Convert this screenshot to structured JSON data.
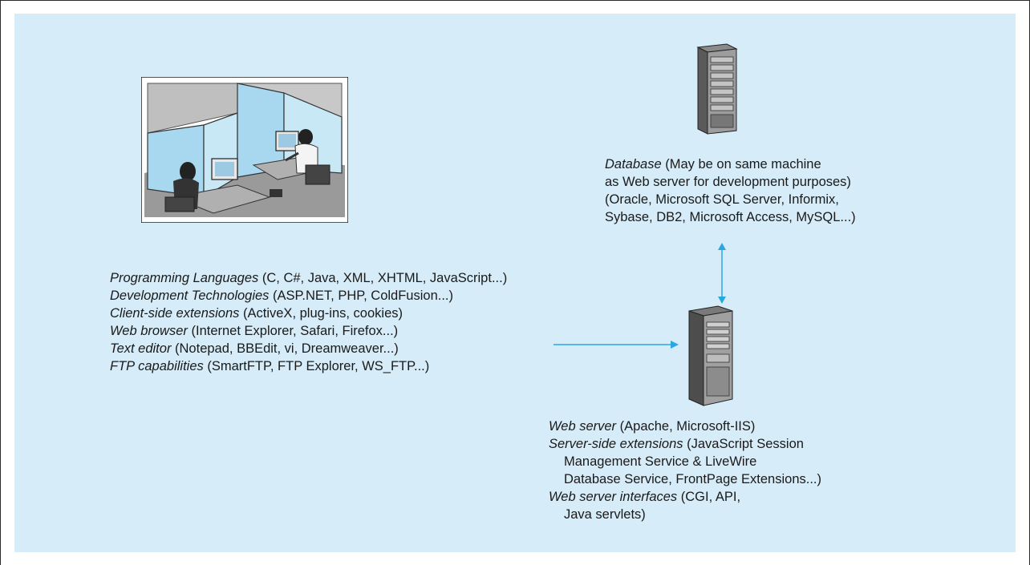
{
  "client": {
    "lines": [
      {
        "term": "Programming Languages",
        "detail": " (C, C#, Java, XML, XHTML, JavaScript...)"
      },
      {
        "term": "Development Technologies",
        "detail": " (ASP.NET, PHP, ColdFusion...)"
      },
      {
        "term": "Client-side extensions",
        "detail": " (ActiveX, plug-ins, cookies)"
      },
      {
        "term": "Web browser",
        "detail": " (Internet Explorer, Safari, Firefox...)"
      },
      {
        "term": "Text editor",
        "detail": " (Notepad, BBEdit, vi, Dreamweaver...)"
      },
      {
        "term": "FTP capabilities",
        "detail": " (SmartFTP, FTP Explorer, WS_FTP...)"
      }
    ]
  },
  "database": {
    "term": "Database",
    "line1_detail": " (May be on same machine",
    "line2": "as Web server for development purposes)",
    "line3": "(Oracle, Microsoft SQL Server, Informix,",
    "line4": "Sybase, DB2, Microsoft Access, MySQL...)"
  },
  "webserver": {
    "l1_term": "Web server",
    "l1_detail": " (Apache, Microsoft-IIS)",
    "l2_term": "Server-side extensions",
    "l2_detail": " (JavaScript Session",
    "l3": "Management Service & LiveWire",
    "l4": "Database Service, FrontPage Extensions...)",
    "l5_term": "Web server interfaces",
    "l5_detail": " (CGI, API,",
    "l6": "Java servlets)"
  },
  "icons": {
    "office": "office-workers-icon",
    "database": "database-server-icon",
    "webserver": "web-server-tower-icon"
  },
  "colors": {
    "background": "#d6ecf8",
    "arrow": "#29a8e0"
  }
}
